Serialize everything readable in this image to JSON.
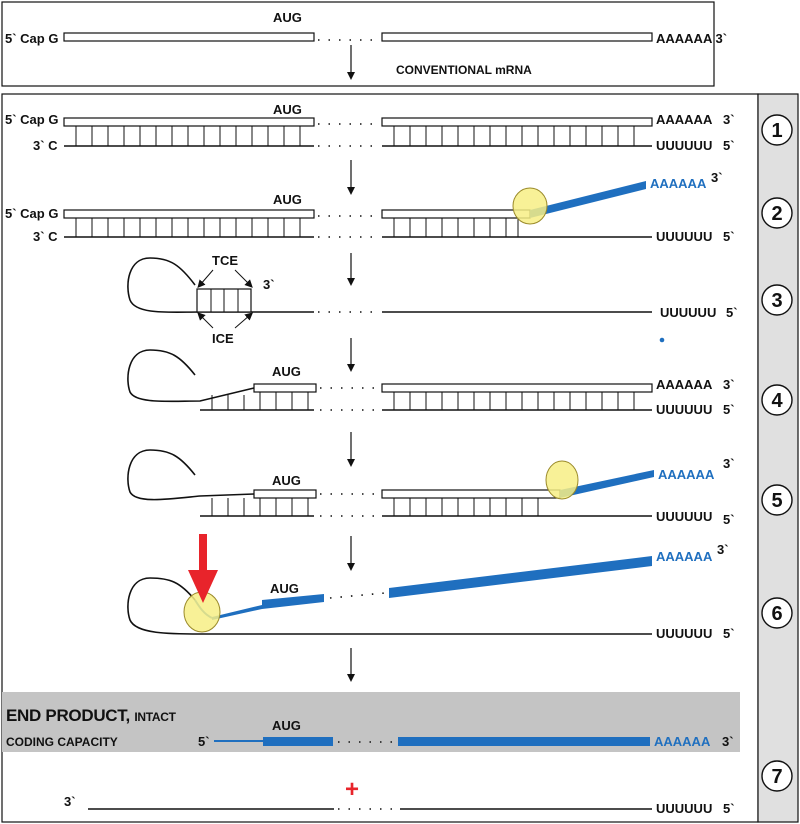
{
  "top_panel": {
    "five_prime": "5` Cap G",
    "aug": "AUG",
    "poly_a": "AAAAAA 3`",
    "caption": "CONVENTIONAL mRNA"
  },
  "steps": {
    "s1": {
      "num": "1",
      "five_cap": "5` Cap G",
      "three_c": "3` C",
      "aug": "AUG",
      "poly_a": "AAAAAA",
      "three": "3`",
      "poly_u": "UUUUUU",
      "five": "5`"
    },
    "s2": {
      "num": "2",
      "five_cap": "5` Cap G",
      "three_c": "3` C",
      "aug": "AUG",
      "poly_a": "AAAAAA",
      "three": "3`",
      "poly_u": "UUUUUU",
      "five": "5`"
    },
    "s3": {
      "num": "3",
      "tce": "TCE",
      "ice": "ICE",
      "three": "3`",
      "poly_u": "UUUUUU",
      "five": "5`"
    },
    "s4": {
      "num": "4",
      "aug": "AUG",
      "poly_a": "AAAAAA",
      "three": "3`",
      "poly_u": "UUUUUU",
      "five": "5`"
    },
    "s5": {
      "num": "5",
      "aug": "AUG",
      "poly_a": "AAAAAA",
      "three": "3`",
      "poly_u": "UUUUUU",
      "five": "5`"
    },
    "s6": {
      "num": "6",
      "aug": "AUG",
      "poly_a": "AAAAAA",
      "three": "3`",
      "poly_u": "UUUUUU",
      "five": "5`"
    },
    "s7": {
      "num": "7",
      "three": "3`",
      "plus": "+",
      "poly_u": "UUUUUU",
      "five": "5`"
    }
  },
  "end_product": {
    "title": "END PRODUCT,",
    "title_small": "INTACT",
    "subtitle": "CODING CAPACITY",
    "five": "5`",
    "aug": "AUG",
    "poly_a": "AAAAAA",
    "three": "3`"
  },
  "colors": {
    "blue": "#1f6fbf",
    "yellow": "#f7ee85",
    "red": "#e8242b",
    "gray_panel": "#c4c4c4",
    "gray_side": "#e0e0e0"
  }
}
